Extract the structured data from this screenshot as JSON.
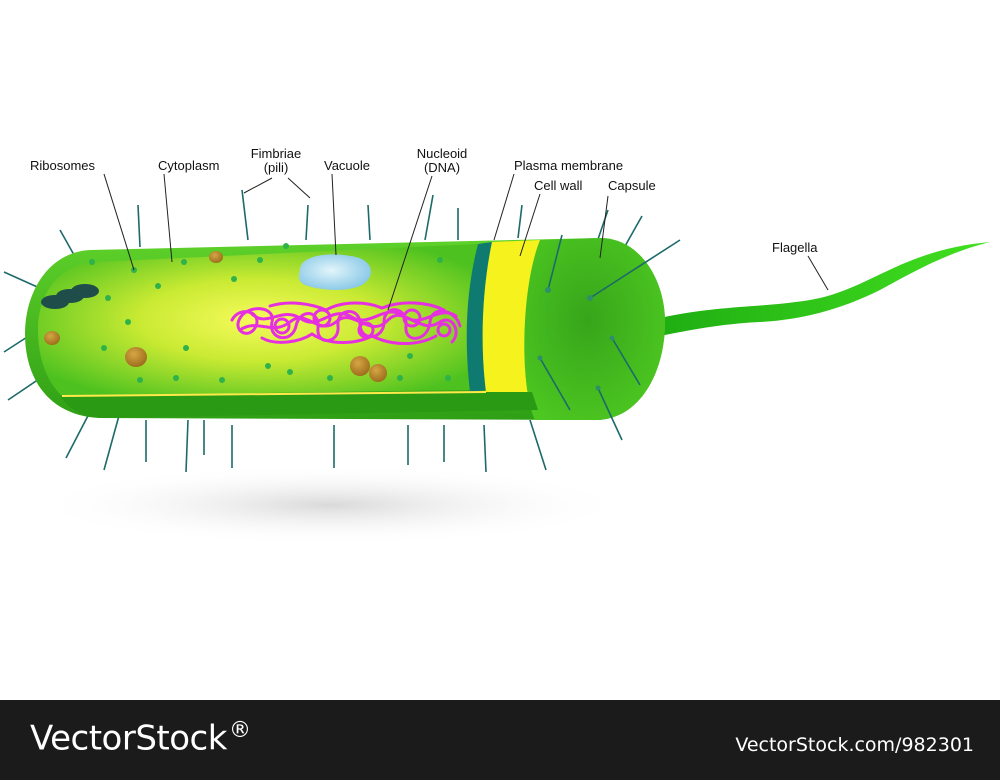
{
  "labels": {
    "ribosomes": "Ribosomes",
    "cytoplasm": "Cytoplasm",
    "fimbriae_line1": "Fimbriae",
    "fimbriae_line2": "(pili)",
    "vacuole": "Vacuole",
    "nucleoid_line1": "Nucleoid",
    "nucleoid_line2": "(DNA)",
    "plasma_membrane": "Plasma membrane",
    "cell_wall": "Cell wall",
    "capsule": "Capsule",
    "flagella": "Flagella"
  },
  "footer": {
    "brand": "VectorStock",
    "brand_mark": "®",
    "image_id": "VectorStock.com/982301"
  },
  "colors": {
    "cell_body": "#3dbe1a",
    "capsule": "#2ea314",
    "cytoplasm_glow": "#f4f95a",
    "cell_wall": "#f6f21e",
    "plasma_membrane": "#0f7a70",
    "dna": "#e62fe0",
    "vacuole": "#9fd6ee",
    "flagellum": "#33d412",
    "pili": "#1d6a6a",
    "footer_bg": "#1b1b1b"
  }
}
